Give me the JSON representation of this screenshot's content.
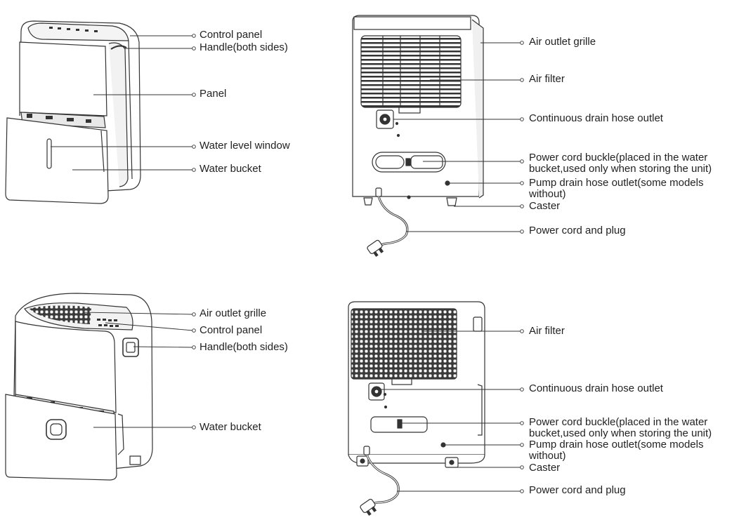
{
  "views": [
    {
      "view": "front-upper",
      "callouts": [
        {
          "id": "tl-control-panel",
          "text": "Control panel"
        },
        {
          "id": "tl-handle",
          "text": "Handle(both sides)"
        },
        {
          "id": "tl-panel",
          "text": "Panel"
        },
        {
          "id": "tl-water-window",
          "text": "Water level window"
        },
        {
          "id": "tl-water-bucket",
          "text": "Water bucket"
        }
      ]
    },
    {
      "view": "back-upper",
      "callouts": [
        {
          "id": "tr-air-outlet",
          "text": "Air outlet grille"
        },
        {
          "id": "tr-air-filter",
          "text": "Air filter"
        },
        {
          "id": "tr-drain",
          "text": "Continuous drain hose outlet"
        },
        {
          "id": "tr-buckle",
          "line1": "Power cord buckle(placed in the water",
          "line2": "bucket,used only when storing the unit)"
        },
        {
          "id": "tr-pump",
          "line1": "Pump drain hose outlet(some models",
          "line2": "without)"
        },
        {
          "id": "tr-caster",
          "text": "Caster"
        },
        {
          "id": "tr-cord",
          "text": "Power cord and plug"
        }
      ]
    },
    {
      "view": "front-lower",
      "callouts": [
        {
          "id": "bl-air-outlet",
          "text": "Air outlet grille"
        },
        {
          "id": "bl-control-panel",
          "text": "Control panel"
        },
        {
          "id": "bl-handle",
          "text": "Handle(both sides)"
        },
        {
          "id": "bl-water-bucket",
          "text": "Water bucket"
        }
      ]
    },
    {
      "view": "back-lower",
      "callouts": [
        {
          "id": "br-air-filter",
          "text": "Air filter"
        },
        {
          "id": "br-drain",
          "text": "Continuous drain hose outlet"
        },
        {
          "id": "br-buckle",
          "line1": "Power cord buckle(placed in the water",
          "line2": "bucket,used only when storing the unit)"
        },
        {
          "id": "br-pump",
          "line1": "Pump drain hose outlet(some models",
          "line2": "without)"
        },
        {
          "id": "br-caster",
          "text": "Caster"
        },
        {
          "id": "br-cord",
          "text": "Power cord and plug"
        }
      ]
    }
  ],
  "colors": {
    "line": "#333333",
    "text": "#222222",
    "body_fill": "#ffffff",
    "grille_fill": "#3a3a3a"
  }
}
